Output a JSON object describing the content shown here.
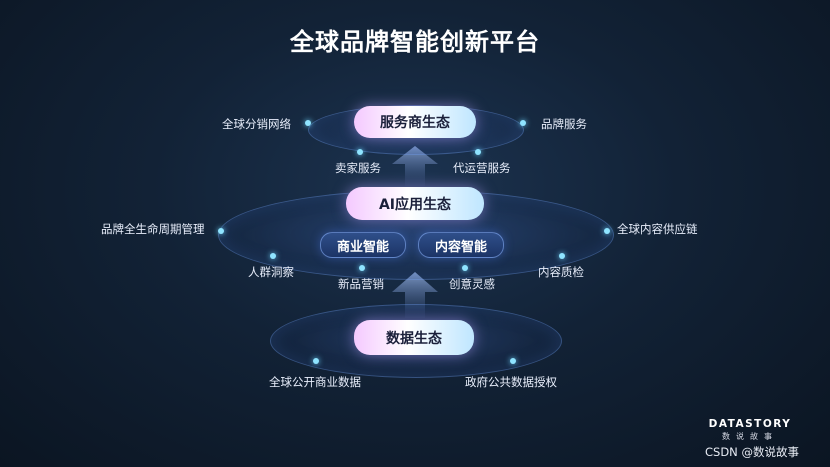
{
  "title": "全球品牌智能创新平台",
  "layers": {
    "service": {
      "label": "服务商生态",
      "items": [
        "全球分销网络",
        "品牌服务",
        "卖家服务",
        "代运营服务"
      ]
    },
    "ai": {
      "label": "AI应用生态",
      "modules": [
        "商业智能",
        "内容智能"
      ],
      "items": [
        "品牌全生命周期管理",
        "全球内容供应链",
        "人群洞察",
        "新品营销",
        "创意灵感",
        "内容质检"
      ]
    },
    "data": {
      "label": "数据生态",
      "items": [
        "全球公开商业数据",
        "政府公共数据授权"
      ]
    }
  },
  "brand": {
    "name": "DATASTORY",
    "subtitle": "数说故事"
  },
  "watermark": "CSDN @数说故事",
  "colors": {
    "background": "#122236",
    "dot": "#8fe4ff",
    "pill_start": "#f4c9ff",
    "pill_end": "#bfe6ff"
  }
}
